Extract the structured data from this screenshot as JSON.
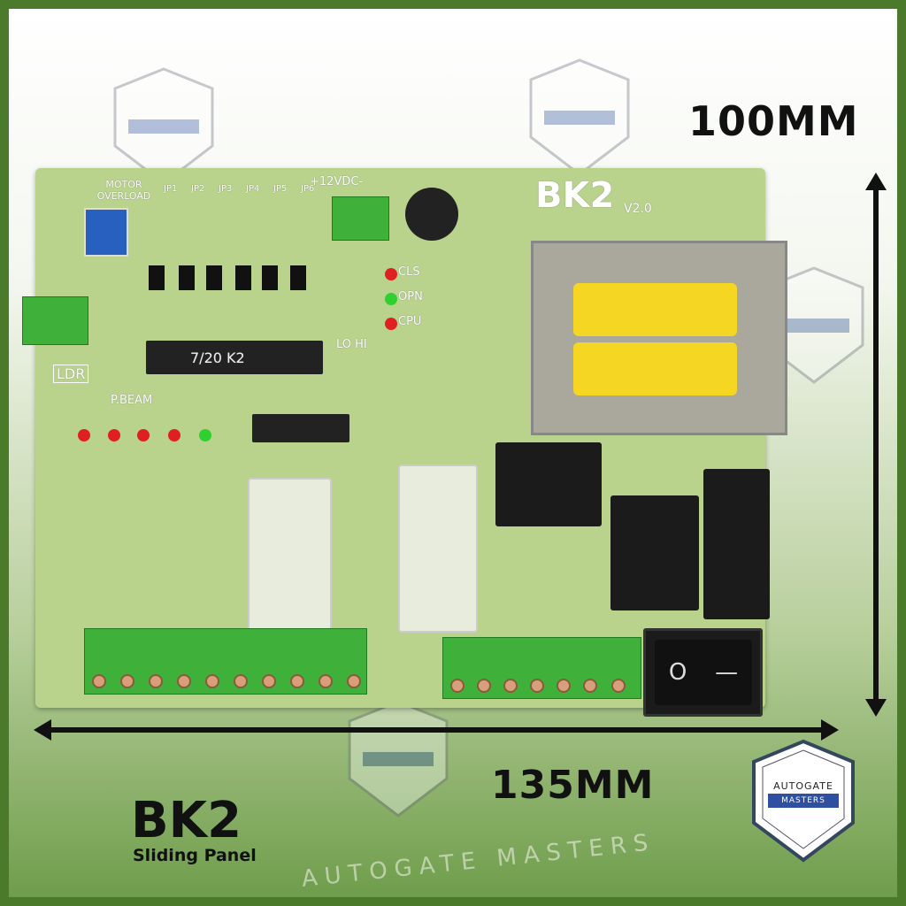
{
  "product": {
    "model": "BK2",
    "subtitle": "Sliding Panel"
  },
  "dimensions": {
    "height_label": "100MM",
    "width_label": "135MM"
  },
  "brand": {
    "line1": "AUTOGATE",
    "line2": "MASTERS",
    "watermark": "AUTOGATE MASTERS"
  },
  "board": {
    "title": "BK2",
    "version": "V2.0",
    "labels": {
      "motor_overload": "MOTOR OVERLOAD",
      "vdc": "+12VDC-",
      "cls": "CLS",
      "opn": "OPN",
      "cpu": "CPU",
      "lohi": "LO HI",
      "ldr": "LDR",
      "pbeam": "P.BEAM",
      "ic": "7/20 K2"
    },
    "jumpers": [
      "JP1",
      "JP2",
      "JP3",
      "JP4",
      "JP5",
      "JP6"
    ],
    "switch": [
      "O",
      "—"
    ]
  },
  "colors": {
    "frame": "#4b7a2a",
    "pcb": "#b9d38c",
    "terminal": "#3fb13a",
    "brand_blue": "#2f4fa0",
    "coil": "#f5d623"
  }
}
